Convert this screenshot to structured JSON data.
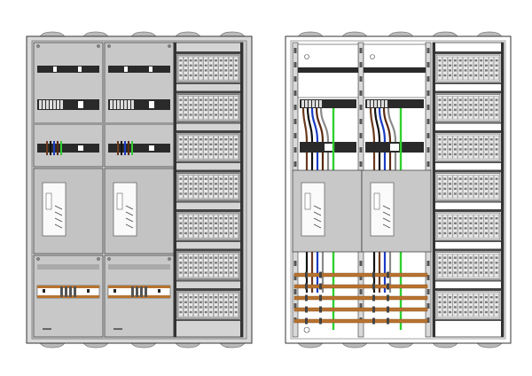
{
  "diagram": {
    "views": [
      {
        "name": "front-closed",
        "wire_colors": []
      },
      {
        "name": "front-open",
        "wire_colors": [
          "#6b3a1e",
          "#111111",
          "#1a3cc4",
          "#5a2a10",
          "#8a8a8a",
          "#33cc33"
        ]
      }
    ],
    "colors": {
      "enclosure": "#cfcfcf",
      "panel": "#bdbdbd",
      "outline": "#333333",
      "rail": "#2b2b2b",
      "busbar_copper": "#b8732f",
      "earth_green": "#2fd12f",
      "neutral_blue": "#1a3cc4",
      "phase_brown": "#6b3a1e",
      "phase_black": "#111111"
    },
    "breaker_modules_per_row": 12,
    "breaker_rows": 7,
    "busbar_count": 5
  }
}
